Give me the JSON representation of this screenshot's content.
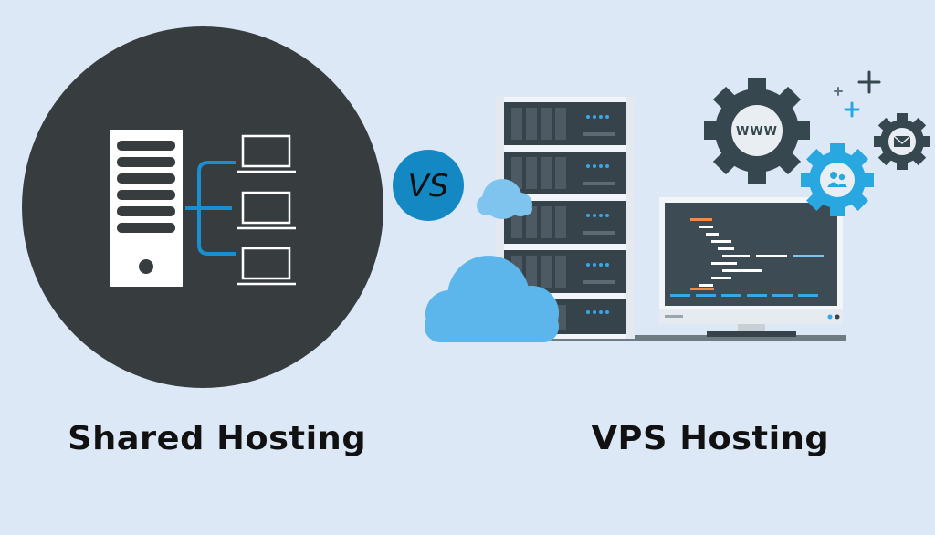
{
  "labels": {
    "shared": "Shared Hosting",
    "vs": "VS",
    "vps": "VPS Hosting",
    "www": "WWW"
  },
  "colors": {
    "background": "#dce8f5",
    "dark_circle": "#373c3f",
    "vs_circle": "#1388c3",
    "accent_blue": "#1a8fd0",
    "cloud_light": "#7fc4ee",
    "cloud_mid": "#5db6eb",
    "gear_dark": "#37474f",
    "gear_blue": "#29a7e0",
    "text": "#111111"
  },
  "icons": {
    "shared": [
      "server-icon",
      "network-tree-icon",
      "laptop-icon"
    ],
    "vps": [
      "server-rack-icon",
      "cloud-icon",
      "monitor-icon",
      "gear-icon",
      "plus-icon",
      "mail-icon",
      "users-icon"
    ]
  }
}
